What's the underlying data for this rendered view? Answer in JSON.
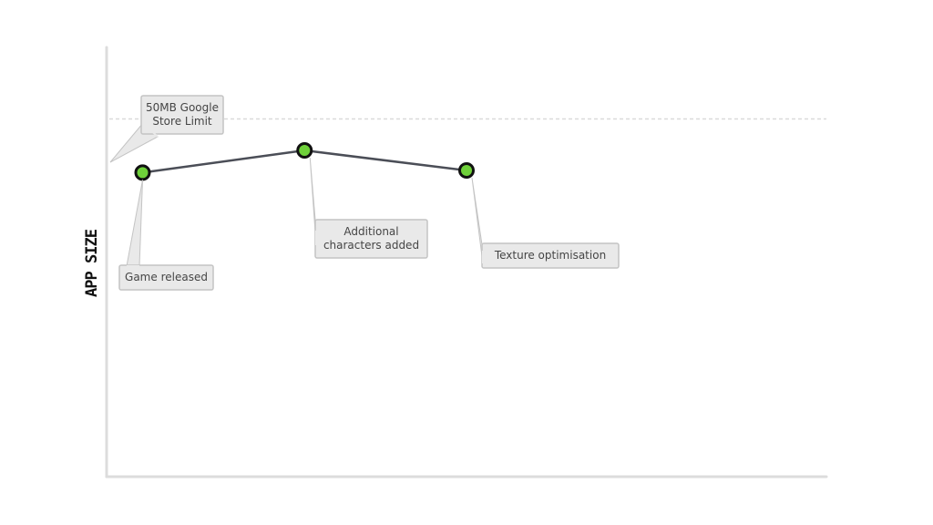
{
  "chart_data": {
    "type": "line",
    "title": "",
    "xlabel": "",
    "ylabel": "APP SIZE",
    "show_tick_labels": false,
    "grid": false,
    "xlim": [
      0,
      10
    ],
    "ylim": [
      0,
      60
    ],
    "series": [
      {
        "x": [
          0.5,
          2.75,
          5.0
        ],
        "values": [
          42.5,
          45.6,
          42.8
        ]
      }
    ],
    "reference_line": {
      "value": 50,
      "label": "50MB Google Store Limit",
      "label_lines": [
        "50MB Google",
        "Store Limit"
      ]
    },
    "annotations": [
      {
        "point": 0,
        "lines": [
          "Game released"
        ]
      },
      {
        "point": 1,
        "lines": [
          "Additional",
          "characters added"
        ]
      },
      {
        "point": 2,
        "lines": [
          "Texture optimisation"
        ]
      }
    ],
    "colors": {
      "marker_fill": "#6fd13a",
      "marker_stroke": "#111111",
      "line": "#4b4e57",
      "axis": "#dcdcdc",
      "reference": "#d9d9d9",
      "callout_fill": "#e9e9e9",
      "callout_stroke": "#c4c4c4",
      "callout_text": "#454545"
    }
  }
}
